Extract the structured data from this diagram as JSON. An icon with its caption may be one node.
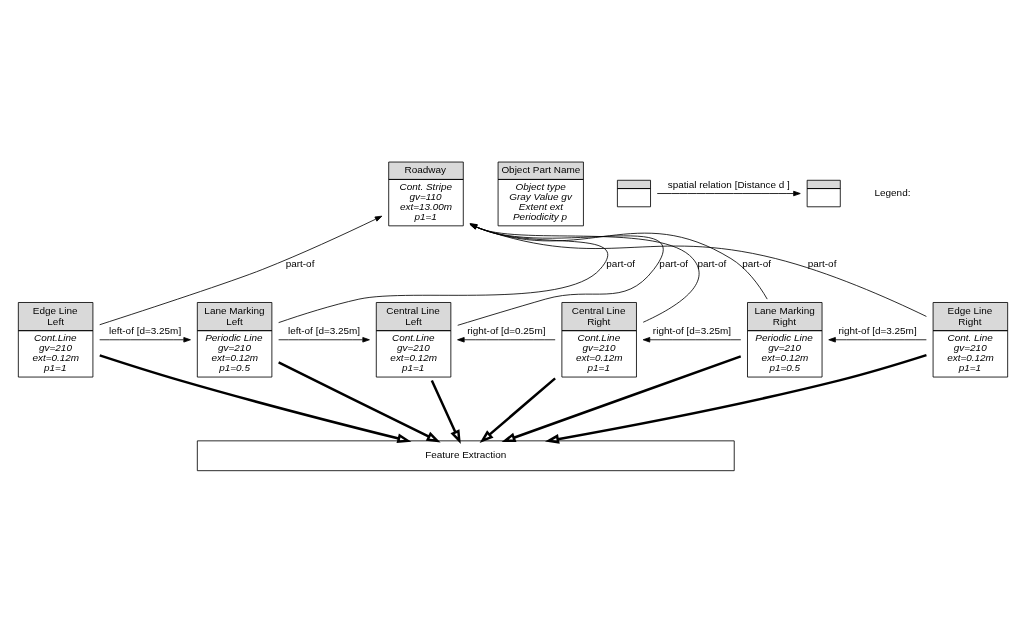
{
  "diagram": {
    "nodes": [
      {
        "text": [
          "Roadway",
          "Cont. Stripe",
          "gv=110",
          "ext=13.00m",
          "p1=1"
        ]
      },
      {
        "text": [
          "Edge Line Left",
          "Cont.Line",
          "gv=210",
          "ext=0.12m",
          "p1=1"
        ]
      },
      {
        "text": [
          "Lane Marking Left",
          "Periodic Line",
          "gv=210",
          "ext=0.12m",
          "p1=0.5"
        ]
      },
      {
        "text": [
          "Central Line Left",
          "Cont.Line",
          "gv=210",
          "ext=0.12m",
          "p1=1"
        ]
      },
      {
        "text": [
          "Central Line Right",
          "Cont.Line",
          "gv=210",
          "ext=0.12m",
          "p1=1"
        ]
      },
      {
        "text": [
          "Lane Marking Right",
          "Periodic Line",
          "gv=210",
          "ext=0.12m",
          "p1=0.5"
        ]
      },
      {
        "text": [
          "Edge Line Right",
          "Cont. Line",
          "gv=210",
          "ext=0.12m",
          "p1=1"
        ]
      },
      {
        "text": [
          "Feature Extraction"
        ]
      },
      {
        "text": [
          "Object Part Name",
          "Object type",
          "Gray Value gv",
          "Extent ext",
          "Periodicity p"
        ]
      },
      {
        "text": [],
        "shape": "box"
      },
      {
        "text": [],
        "shape": "box"
      }
    ],
    "edges": [
      {
        "from": 1,
        "to": 0,
        "arrow": "to",
        "label": "part-of"
      },
      {
        "from": 2,
        "to": 0,
        "arrow": "to",
        "label": "part-of"
      },
      {
        "from": 3,
        "to": 0,
        "arrow": "to",
        "label": "part-of"
      },
      {
        "from": 4,
        "to": 0,
        "arrow": "to",
        "label": "part-of"
      },
      {
        "from": 5,
        "to": 0,
        "arrow": "to",
        "label": "part-of"
      },
      {
        "from": 6,
        "to": 0,
        "arrow": "to",
        "label": "part-of"
      },
      {
        "from": 1,
        "to": 2,
        "arrow": "to",
        "label": "left-of [d=3.25m]"
      },
      {
        "from": 2,
        "to": 3,
        "arrow": "to",
        "label": "left-of [d=3.25m]"
      },
      {
        "from": 4,
        "to": 3,
        "arrow": "to",
        "label": "right-of [d=0.25m]"
      },
      {
        "from": 5,
        "to": 4,
        "arrow": "to",
        "label": "right-of [d=3.25m]"
      },
      {
        "from": 6,
        "to": 5,
        "arrow": "to",
        "label": "right-of [d=3.25m]"
      },
      {
        "from": 1,
        "to": 7,
        "arrow": "to",
        "style": "thick"
      },
      {
        "from": 2,
        "to": 7,
        "arrow": "to",
        "style": "thick"
      },
      {
        "from": 3,
        "to": 7,
        "arrow": "to",
        "style": "thick"
      },
      {
        "from": 4,
        "to": 7,
        "arrow": "to",
        "style": "thick"
      },
      {
        "from": 5,
        "to": 7,
        "arrow": "to",
        "style": "thick"
      },
      {
        "from": 6,
        "to": 7,
        "arrow": "to",
        "style": "thick"
      },
      {
        "from": 9,
        "to": 10,
        "arrow": "to",
        "label": "spatial relation [Distance d ]"
      }
    ],
    "labels": [
      "Legend:"
    ]
  }
}
